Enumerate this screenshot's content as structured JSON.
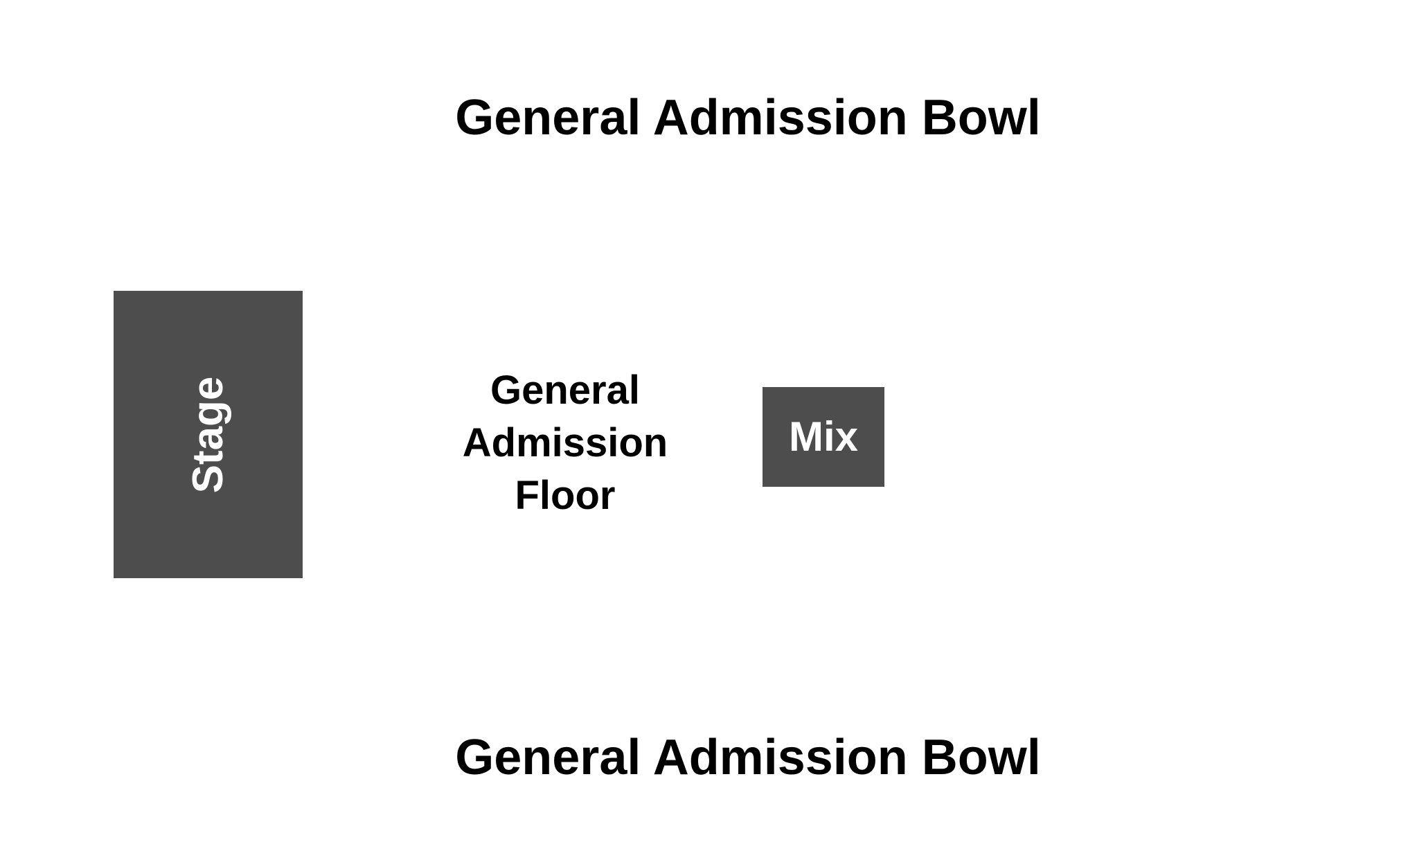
{
  "sections": {
    "bowl_top_label": "General Admission Bowl",
    "bowl_bottom_label": "General Admission Bowl",
    "floor_label": "General\nAdmission\nFloor",
    "stage_label": "Stage",
    "mix_label": "Mix"
  },
  "colors": {
    "block_fill": "#4d4d4d",
    "block_text": "#ffffff",
    "label_text": "#000000",
    "background": "#ffffff"
  }
}
